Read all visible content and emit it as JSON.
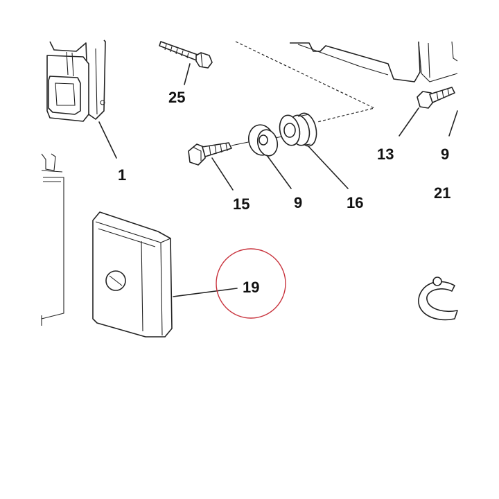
{
  "callouts": {
    "c1": "1",
    "c25": "25",
    "c15": "15",
    "c9a": "9",
    "c16": "16",
    "c13": "13",
    "c9b": "9",
    "c21": "21",
    "c19": "19"
  },
  "highlight": {
    "target": "19",
    "color": "#c8323c"
  }
}
